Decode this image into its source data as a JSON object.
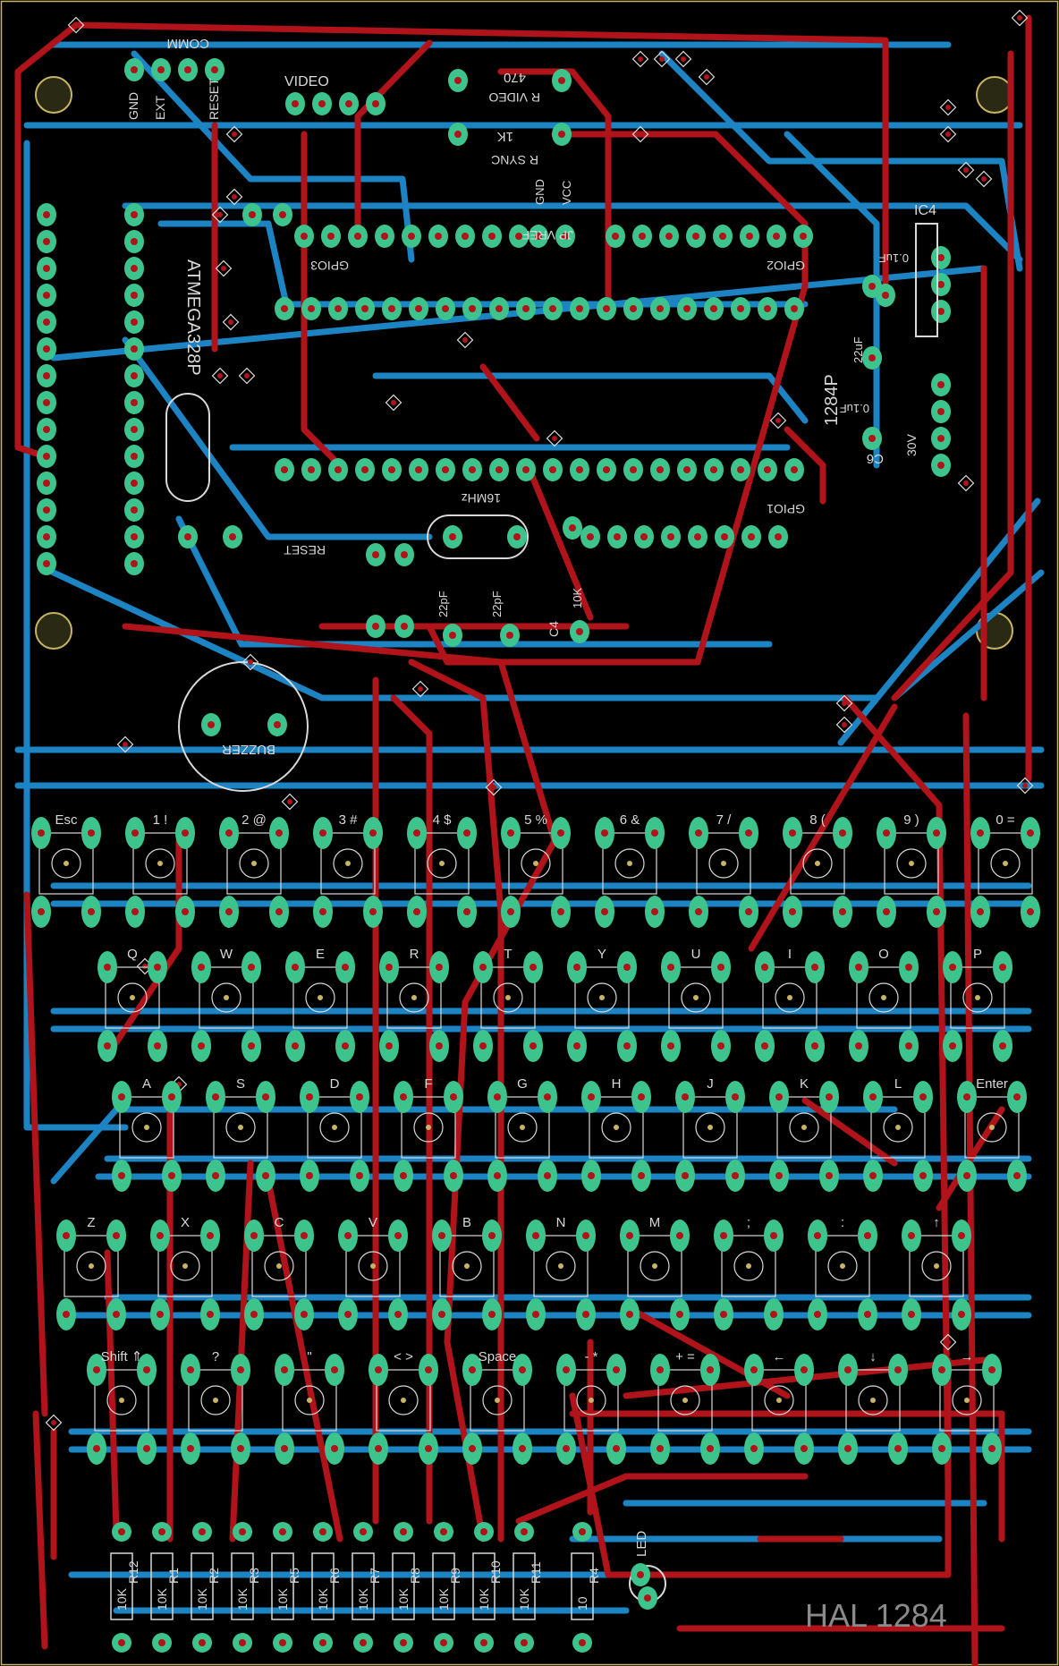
{
  "board": {
    "title": "HAL 1284",
    "colors": {
      "background": "#000000",
      "top_copper": "#b0131a",
      "bottom_copper": "#1d84c4",
      "pad": "#3dc48c",
      "silk": "#d8d8d8",
      "outline": "#c8b464"
    }
  },
  "labels": {
    "comm": "COMM",
    "gnd": "GND",
    "ext": "EXT",
    "reset_hdr": "RESET",
    "video": "VIDEO",
    "r_video": "R VIDEO",
    "r_sync": "R SYNC",
    "res_470": "470",
    "res_1k": "1K",
    "reset_btn": "RESET",
    "buzzer": "BUZZER",
    "xtal": "16MHz",
    "gpio1": "GPIO1",
    "gpio2": "GPIO2",
    "gpio3": "GPIO3",
    "ic4": "IC4",
    "mcu": "1284P",
    "atmega": "ATMEGA328P",
    "led": "LED",
    "jp_vref": "JP VREF",
    "gnd2": "GND",
    "vcc": "VCC",
    "c6": "C6",
    "c4": "C4",
    "cap_01a": "0.1uF",
    "cap_01b": "0.1uF",
    "cap_22": "22uF",
    "cap_22b": "22pF",
    "cap_22c": "22pF",
    "r_10k": "10K",
    "v30": "30V"
  },
  "keyboard": {
    "rows": [
      [
        "Esc",
        "1 !",
        "2 @",
        "3 #",
        "4 $",
        "5 %",
        "6 &",
        "7 /",
        "8 (",
        "9 )",
        "0 ="
      ],
      [
        "Q",
        "W",
        "E",
        "R",
        "T",
        "Y",
        "U",
        "I",
        "O",
        "P"
      ],
      [
        "A",
        "S",
        "D",
        "F",
        "G",
        "H",
        "J",
        "K",
        "L",
        "Enter"
      ],
      [
        "Z",
        "X",
        "C",
        "V",
        "B",
        "N",
        "M",
        ";",
        ":",
        "↑"
      ],
      [
        "Shift ⇑",
        "?",
        "\"",
        "< >",
        "Space",
        "- *",
        "+ =",
        "←",
        "↓",
        "→"
      ]
    ]
  },
  "resistors": [
    "R12",
    "R1",
    "R2",
    "R3",
    "R5",
    "R6",
    "R7",
    "R8",
    "R9",
    "R10",
    "R11",
    "R4"
  ],
  "resistor_values": [
    "10K",
    "10K",
    "10K",
    "10K",
    "10K",
    "10K",
    "10K",
    "10K",
    "10K",
    "10K",
    "10K",
    "10"
  ]
}
